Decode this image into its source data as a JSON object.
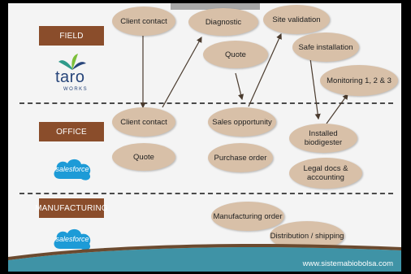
{
  "sections": {
    "field": "FIELD",
    "office": "OFFICE",
    "manufacturing": "MANUFACTURING"
  },
  "logos": {
    "taro": {
      "name": "taro",
      "sub": "WORKS",
      "icon": "taroworks-leaf-logo"
    },
    "salesforce": "salesforce"
  },
  "nodes": {
    "client_contact_field": "Client contact",
    "diagnostic": "Diagnostic",
    "site_validation": "Site validation",
    "quote_field": "Quote",
    "safe_installation": "Safe installation",
    "monitoring": "Monitoring 1, 2 & 3",
    "client_contact_office": "Client contact",
    "sales_opportunity": "Sales opportunity",
    "installed_biodigester": "Installed biodigester",
    "quote_office": "Quote",
    "purchase_order": "Purchase order",
    "legal_docs": "Legal docs & accounting",
    "manufacturing_order": "Manufacturing order",
    "distribution_shipping": "Distribution / shipping"
  },
  "footer": {
    "website": "www.sistemabiobolsa.com"
  },
  "colors": {
    "label_bg": "#8a4d2b",
    "node_bg": "#d8c0a8",
    "footer_teal": "#3f93a6",
    "salesforce_blue": "#1d9bd7"
  }
}
